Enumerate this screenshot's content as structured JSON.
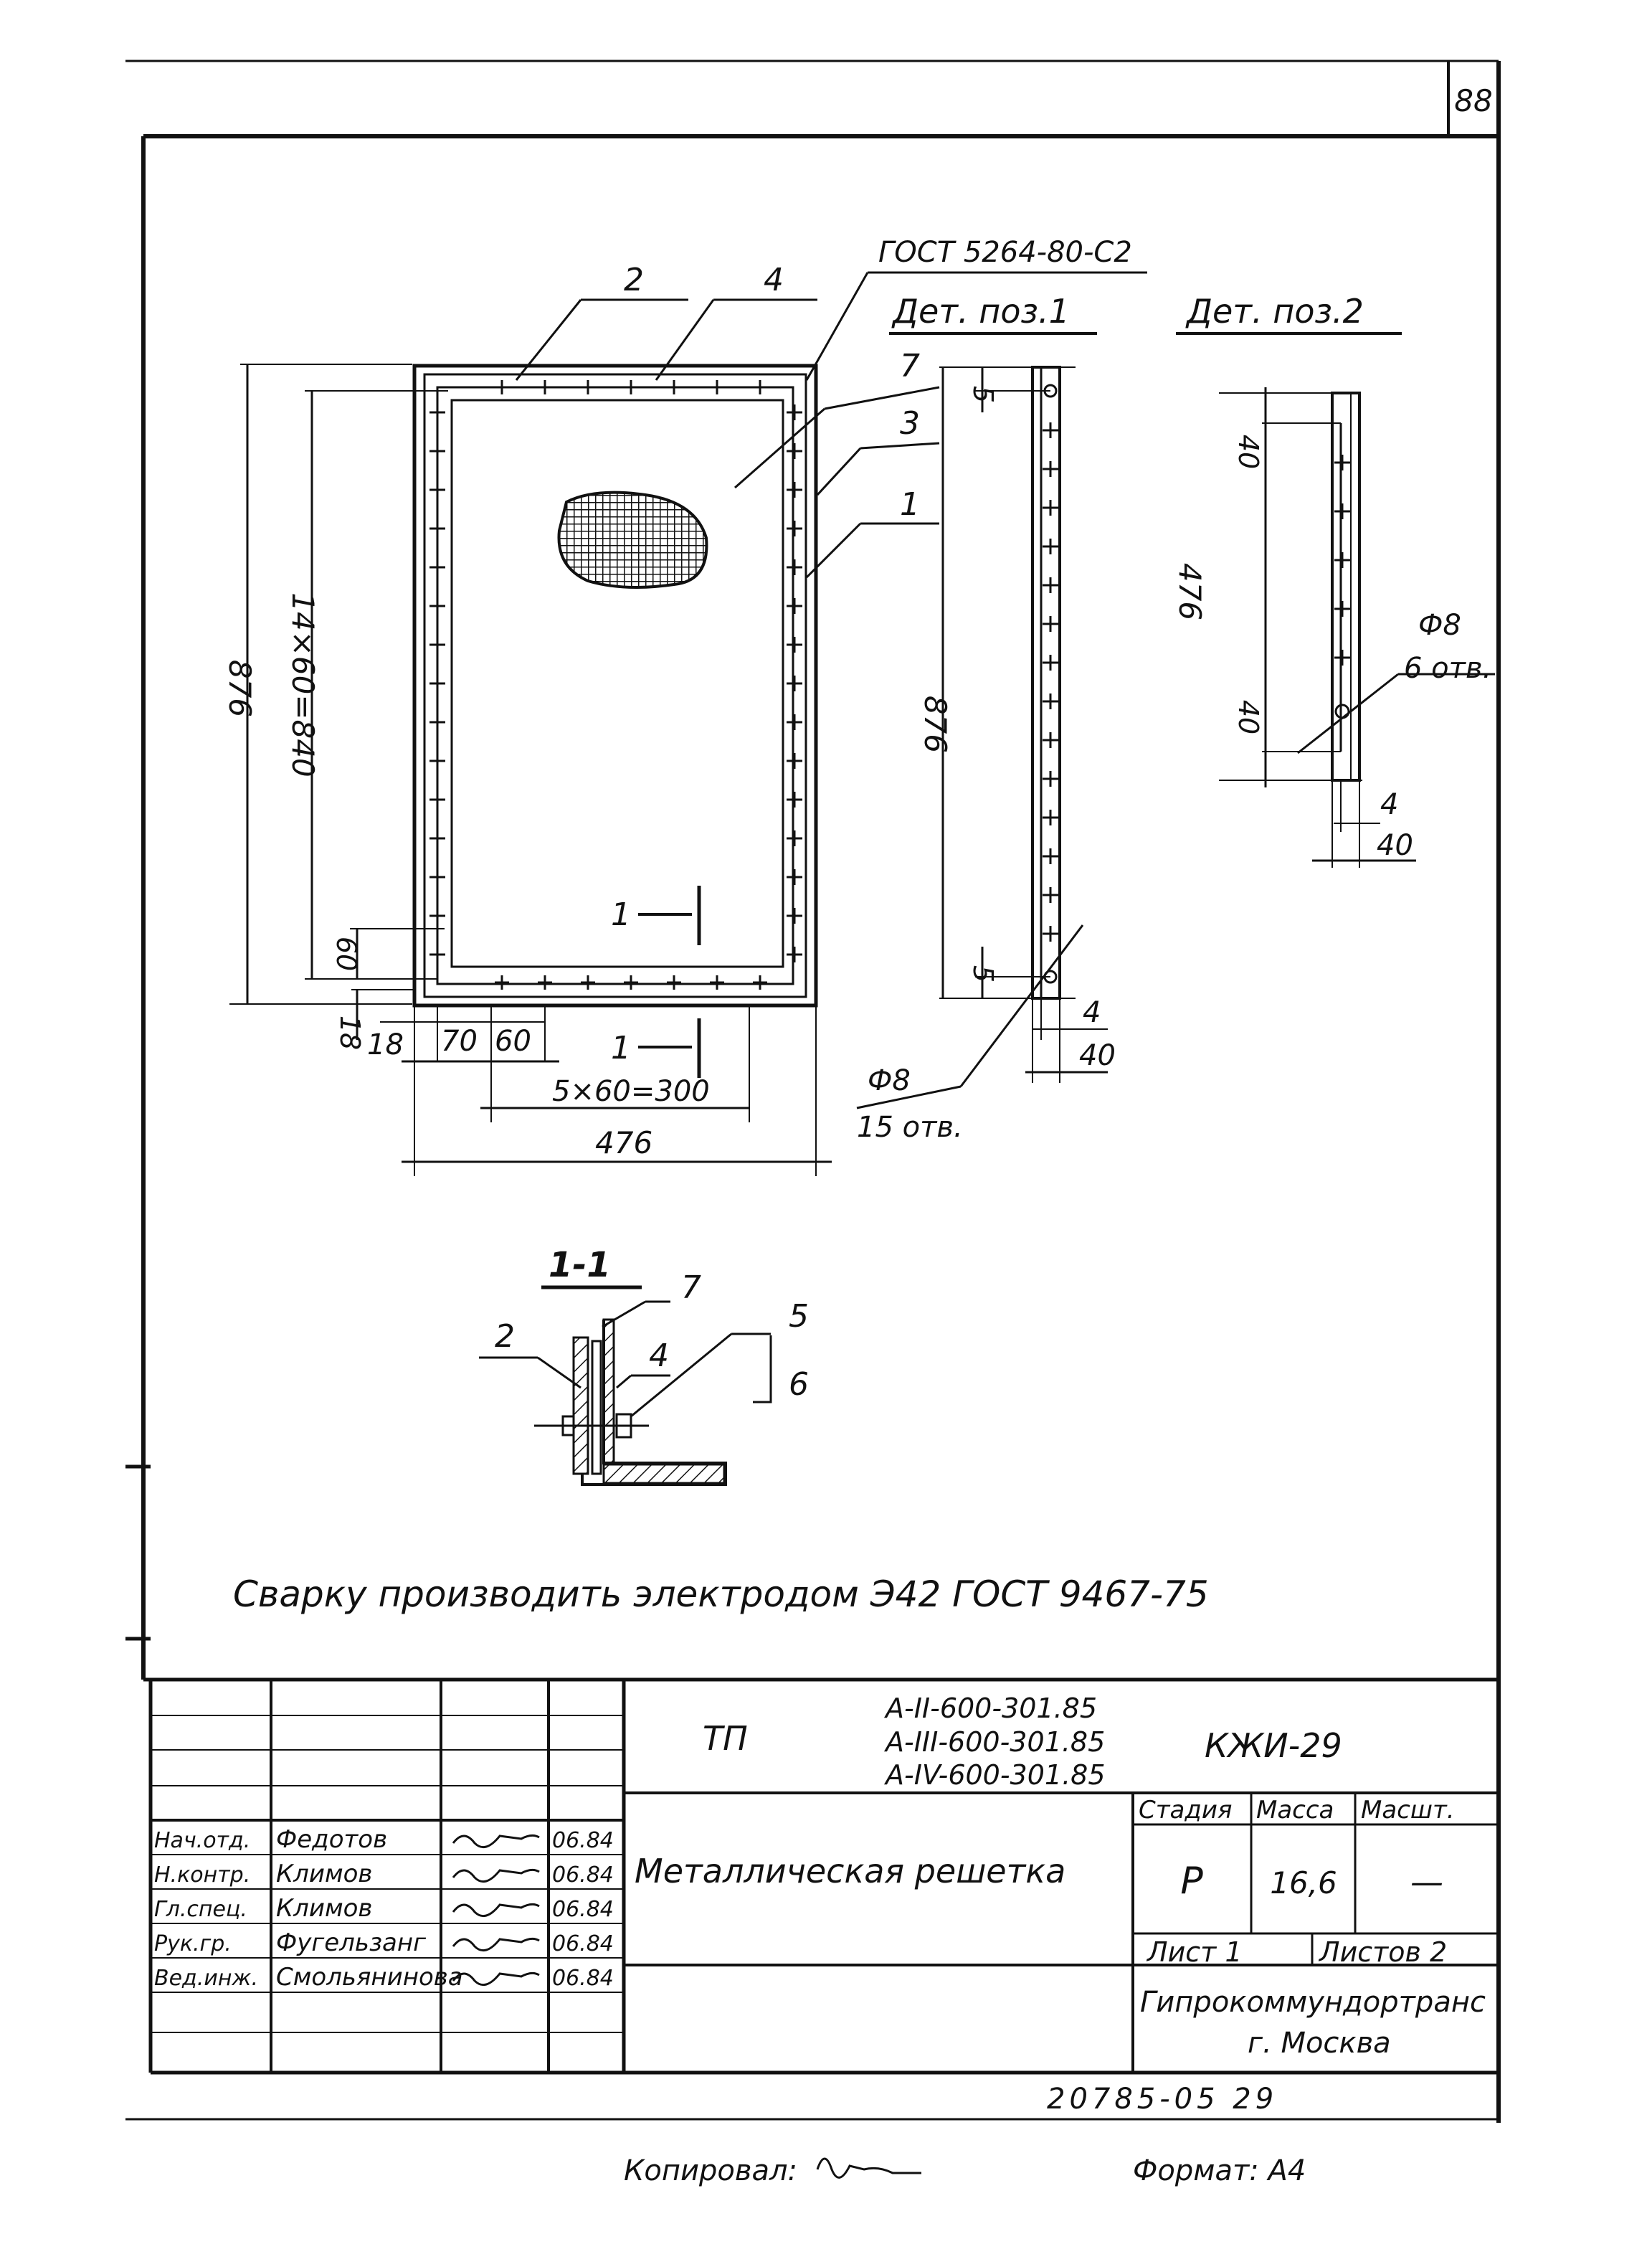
{
  "sheet": {
    "page_number": "88"
  },
  "drawing": {
    "standard_note": "ГОСТ 5264-80-С2",
    "detail1_title": "Дет. поз.1",
    "detail2_title": "Дет. поз.2",
    "callouts": {
      "p1": "1",
      "p2": "2",
      "p3": "3",
      "p4": "4",
      "p7": "7"
    },
    "dims_main": {
      "height_total": "876",
      "spacing_vertical": "14×60=840",
      "pitch_left": "60",
      "edge_bottom": "18",
      "edge_a": "18",
      "offset": "70",
      "pitch_bottom": "60",
      "spacing_bottom": "5×60=300",
      "width_total": "476"
    },
    "section_marker": "1",
    "detail1_dims": {
      "top_offset": "5",
      "height": "876",
      "bottom_offset": "5",
      "thick": "4",
      "width": "40",
      "hole_dia": "Ф8",
      "hole_count": "15 отв."
    },
    "detail2_dims": {
      "top": "40",
      "length": "476",
      "bottom": "40",
      "hole_dia": "Ф8",
      "hole_count": "6 отв.",
      "thick": "4",
      "width": "40"
    },
    "section": {
      "title": "1-1",
      "c2": "2",
      "c7": "7",
      "c4": "4",
      "c5": "5",
      "c6": "6"
    },
    "note": "Сварку производить электродом Э42 ГОСТ 9467-75"
  },
  "title_block": {
    "tp": "ТП",
    "series": [
      "А-II-600-301.85",
      "А-III-600-301.85",
      "А-IV-600-301.85"
    ],
    "code": "КЖИ-29",
    "part_name": "Металлическая решетка",
    "stage_label": "Стадия",
    "mass_label": "Масса",
    "scale_label": "Масшт.",
    "stage_value": "Р",
    "mass_value": "16,6",
    "scale_value": "—",
    "sheet_label": "Лист 1",
    "sheets_label": "Листов 2",
    "org_name": "Гипрокоммундортранс",
    "org_city": "г. Москва",
    "signatures": [
      {
        "role": "Нач.отд.",
        "name": "Федотов",
        "date": "06.84"
      },
      {
        "role": "Н.контр.",
        "name": "Климов",
        "date": "06.84"
      },
      {
        "role": "Гл.спец.",
        "name": "Климов",
        "date": "06.84"
      },
      {
        "role": "Рук.гр.",
        "name": "Фугельзанг",
        "date": "06.84"
      },
      {
        "role": "Вед.инж.",
        "name": "Смольянинова",
        "date": "06.84"
      }
    ]
  },
  "footer": {
    "doc_number": "20785-05 29",
    "copied_label": "Копировал:",
    "format_label": "Формат: А4"
  }
}
